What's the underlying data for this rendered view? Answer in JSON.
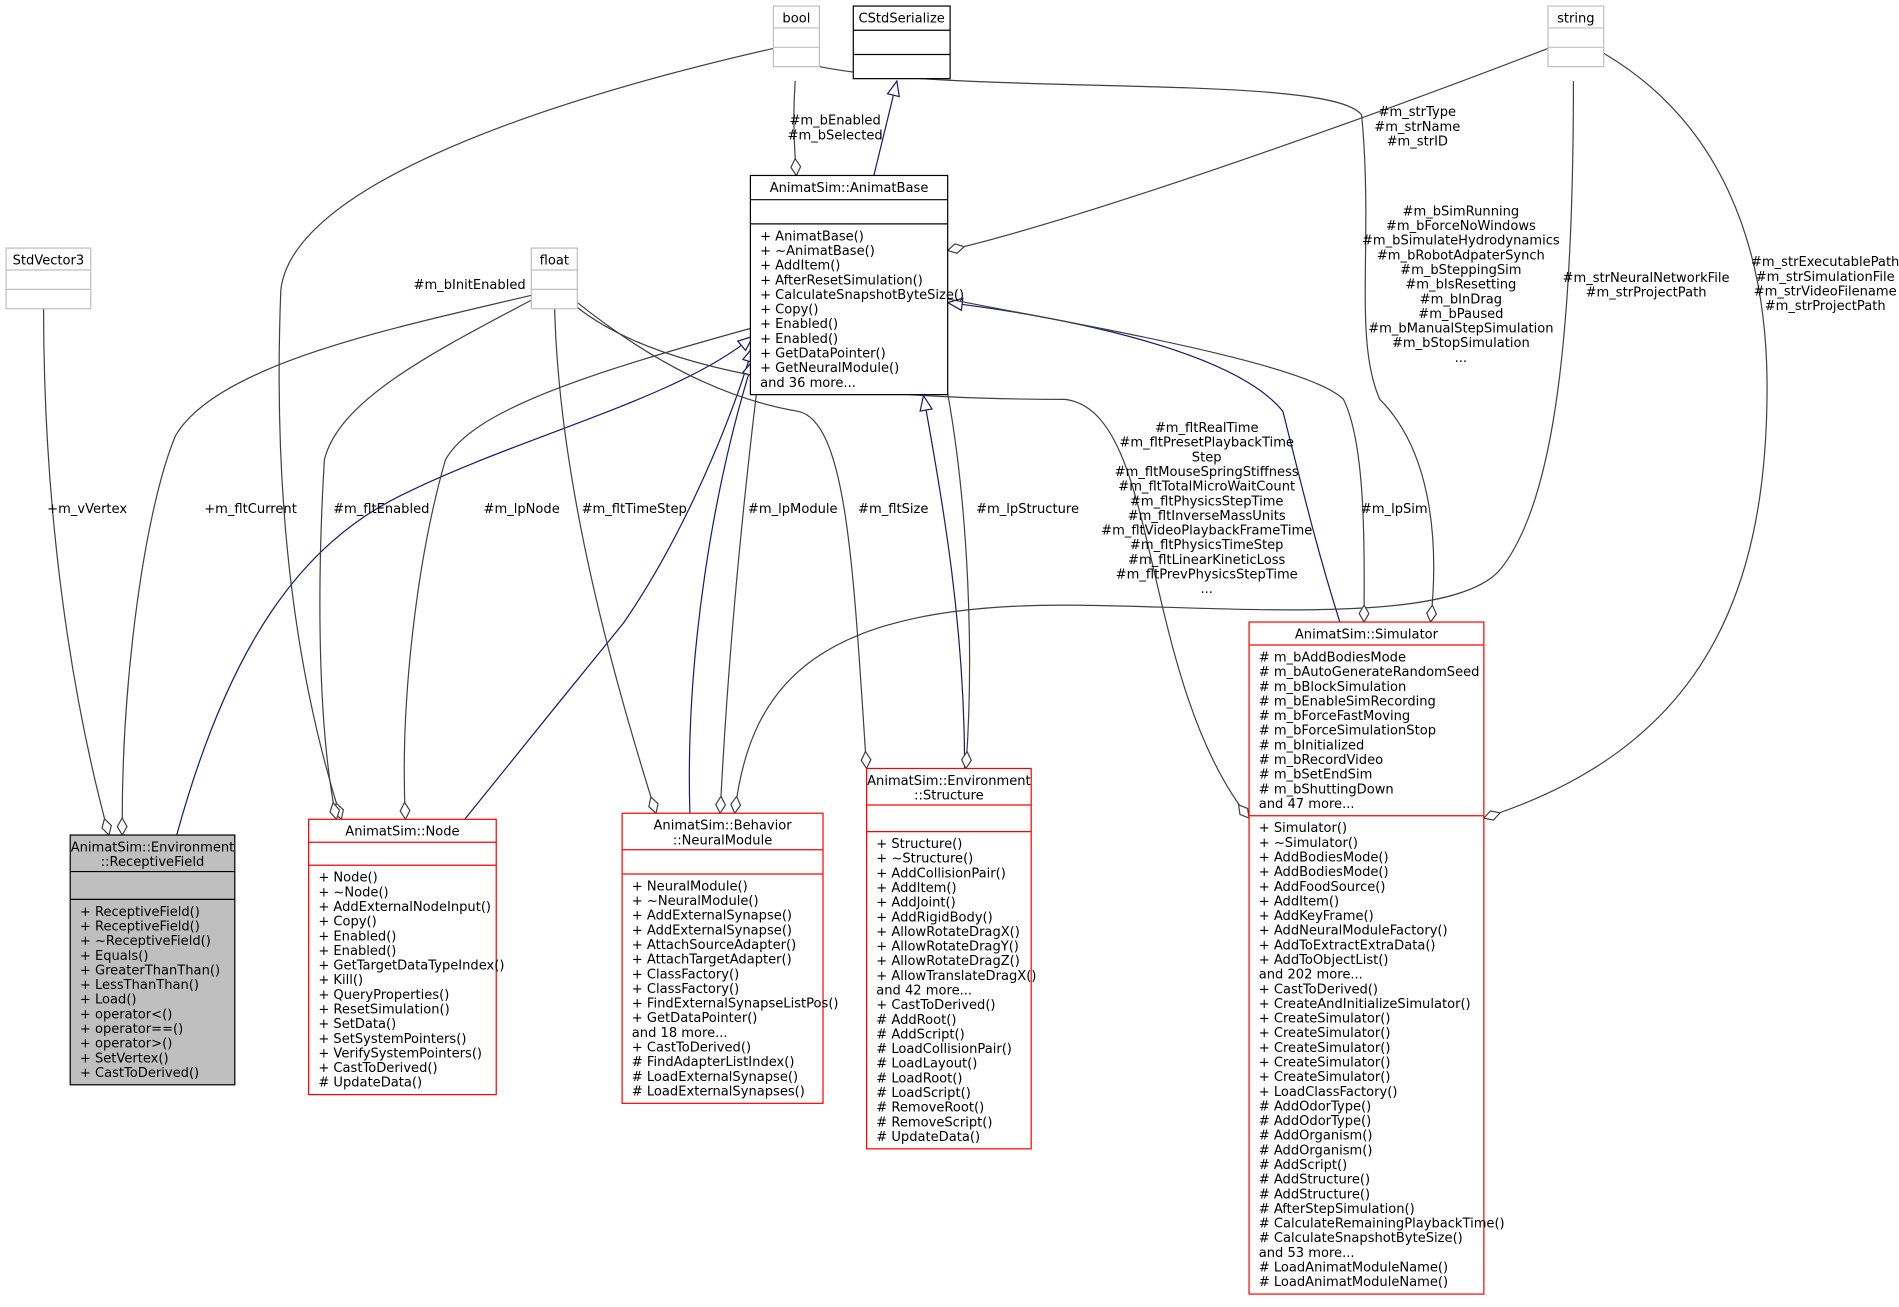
{
  "classes": {
    "stdvector3": {
      "title": [
        "StdVector3"
      ],
      "sections": [
        [],
        []
      ]
    },
    "float": {
      "title": [
        "float"
      ],
      "sections": [
        [],
        []
      ]
    },
    "bool": {
      "title": [
        "bool"
      ],
      "sections": [
        [],
        []
      ]
    },
    "cstdserialize": {
      "title": [
        "CStdSerialize"
      ],
      "sections": [
        [],
        []
      ]
    },
    "string": {
      "title": [
        "string"
      ],
      "sections": [
        [],
        []
      ]
    },
    "animatbase": {
      "title": [
        "AnimatSim::AnimatBase"
      ],
      "sections": [
        [],
        [
          "+ AnimatBase()",
          "+ ~AnimatBase()",
          "+ AddItem()",
          "+ AfterResetSimulation()",
          "+ CalculateSnapshotByteSize()",
          "+ Copy()",
          "+ Enabled()",
          "+ Enabled()",
          "+ GetDataPointer()",
          "+ GetNeuralModule()",
          "and 36 more..."
        ]
      ]
    },
    "receptivefield": {
      "title": [
        "AnimatSim::Environment",
        "::ReceptiveField"
      ],
      "sections": [
        [],
        [
          "+ ReceptiveField()",
          "+ ReceptiveField()",
          "+ ~ReceptiveField()",
          "+ Equals()",
          "+ GreaterThanThan()",
          "+ LessThanThan()",
          "+ Load()",
          "+ operator<()",
          "+ operator==()",
          "+ operator>()",
          "+ SetVertex()",
          "+ CastToDerived()"
        ]
      ]
    },
    "node": {
      "title": [
        "AnimatSim::Node"
      ],
      "sections": [
        [],
        [
          "+ Node()",
          "+ ~Node()",
          "+ AddExternalNodeInput()",
          "+ Copy()",
          "+ Enabled()",
          "+ Enabled()",
          "+ GetTargetDataTypeIndex()",
          "+ Kill()",
          "+ QueryProperties()",
          "+ ResetSimulation()",
          "+ SetData()",
          "+ SetSystemPointers()",
          "+ VerifySystemPointers()",
          "+ CastToDerived()",
          "# UpdateData()"
        ]
      ]
    },
    "neuralmodule": {
      "title": [
        "AnimatSim::Behavior",
        "::NeuralModule"
      ],
      "sections": [
        [],
        [
          "+ NeuralModule()",
          "+ ~NeuralModule()",
          "+ AddExternalSynapse()",
          "+ AddExternalSynapse()",
          "+ AttachSourceAdapter()",
          "+ AttachTargetAdapter()",
          "+ ClassFactory()",
          "+ ClassFactory()",
          "+ FindExternalSynapseListPos()",
          "+ GetDataPointer()",
          "and 18 more...",
          "+ CastToDerived()",
          "# FindAdapterListIndex()",
          "# LoadExternalSynapse()",
          "# LoadExternalSynapses()"
        ]
      ]
    },
    "structure": {
      "title": [
        "AnimatSim::Environment",
        "::Structure"
      ],
      "sections": [
        [],
        [
          "+ Structure()",
          "+ ~Structure()",
          "+ AddCollisionPair()",
          "+ AddItem()",
          "+ AddJoint()",
          "+ AddRigidBody()",
          "+ AllowRotateDragX()",
          "+ AllowRotateDragY()",
          "+ AllowRotateDragZ()",
          "+ AllowTranslateDragX()",
          "and 42 more...",
          "+ CastToDerived()",
          "# AddRoot()",
          "# AddScript()",
          "# LoadCollisionPair()",
          "# LoadLayout()",
          "# LoadRoot()",
          "# LoadScript()",
          "# RemoveRoot()",
          "# RemoveScript()",
          "# UpdateData()"
        ]
      ]
    },
    "simulator": {
      "title": [
        "AnimatSim::Simulator"
      ],
      "sections": [
        [
          "# m_bAddBodiesMode",
          "# m_bAutoGenerateRandomSeed",
          "# m_bBlockSimulation",
          "# m_bEnableSimRecording",
          "# m_bForceFastMoving",
          "# m_bForceSimulationStop",
          "# m_bInitialized",
          "# m_bRecordVideo",
          "# m_bSetEndSim",
          "# m_bShuttingDown",
          "and 47 more..."
        ],
        [
          "+ Simulator()",
          "+ ~Simulator()",
          "+ AddBodiesMode()",
          "+ AddBodiesMode()",
          "+ AddFoodSource()",
          "+ AddItem()",
          "+ AddKeyFrame()",
          "+ AddNeuralModuleFactory()",
          "+ AddToExtractExtraData()",
          "+ AddToObjectList()",
          "and 202 more...",
          "+ CastToDerived()",
          "+ CreateAndInitializeSimulator()",
          "+ CreateSimulator()",
          "+ CreateSimulator()",
          "+ CreateSimulator()",
          "+ CreateSimulator()",
          "+ CreateSimulator()",
          "+ LoadClassFactory()",
          "# AddOdorType()",
          "# AddOdorType()",
          "# AddOrganism()",
          "# AddOrganism()",
          "# AddScript()",
          "# AddStructure()",
          "# AddStructure()",
          "# AfterStepSimulation()",
          "# CalculateRemainingPlaybackTime()",
          "# CalculateSnapshotByteSize()",
          "and 53 more...",
          "# LoadAnimatModuleName()",
          "# LoadAnimatModuleName()"
        ]
      ]
    }
  },
  "edge_labels": {
    "vertex": [
      "+m_vVertex"
    ],
    "fltcurrent": [
      "+m_fltCurrent"
    ],
    "binitenabled": [
      "#m_bInitEnabled"
    ],
    "fltenabled": [
      "#m_fltEnabled"
    ],
    "lpnode": [
      "#m_lpNode"
    ],
    "flttimestep": [
      "#m_fltTimeStep"
    ],
    "lpmodule": [
      "#m_lpModule"
    ],
    "fltsize": [
      "#m_fltSize"
    ],
    "lpstructure": [
      "#m_lpStructure"
    ],
    "benabled": [
      "#m_bEnabled",
      "#m_bSelected"
    ],
    "strtype": [
      "#m_strType",
      "#m_strName",
      "#m_strID"
    ],
    "bsimrunning": [
      "#m_bSimRunning",
      "#m_bForceNoWindows",
      "#m_bSimulateHydrodynamics",
      "#m_bRobotAdpaterSynch",
      "#m_bSteppingSim",
      "#m_bIsResetting",
      "#m_bInDrag",
      "#m_bPaused",
      "#m_bManualStepSimulation",
      "#m_bStopSimulation",
      "..."
    ],
    "strneural": [
      "#m_strNeuralNetworkFile",
      "#m_strProjectPath"
    ],
    "strexec": [
      "#m_strExecutablePath",
      "#m_strSimulationFile",
      "#m_strVideoFilename",
      "#m_strProjectPath"
    ],
    "fltrealtime": [
      "#m_fltRealTime",
      "#m_fltPresetPlaybackTime",
      "Step",
      "#m_fltMouseSpringStiffness",
      "#m_fltTotalMicroWaitCount",
      "#m_fltPhysicsStepTime",
      "#m_fltInverseMassUnits",
      "#m_fltVideoPlaybackFrameTime",
      "#m_fltPhysicsTimeStep",
      "#m_fltLinearKineticLoss",
      "#m_fltPrevPhysicsStepTime",
      "..."
    ],
    "lpsim": [
      "#m_lpSim"
    ]
  },
  "colors": {
    "focus_fill": "#bfbfbf",
    "class_border": "#000000",
    "incomplete_border": "#ff0000",
    "builtin_border": "#bfbfbf",
    "inheritance_edge": "#191970",
    "usage_edge": "#404040"
  }
}
